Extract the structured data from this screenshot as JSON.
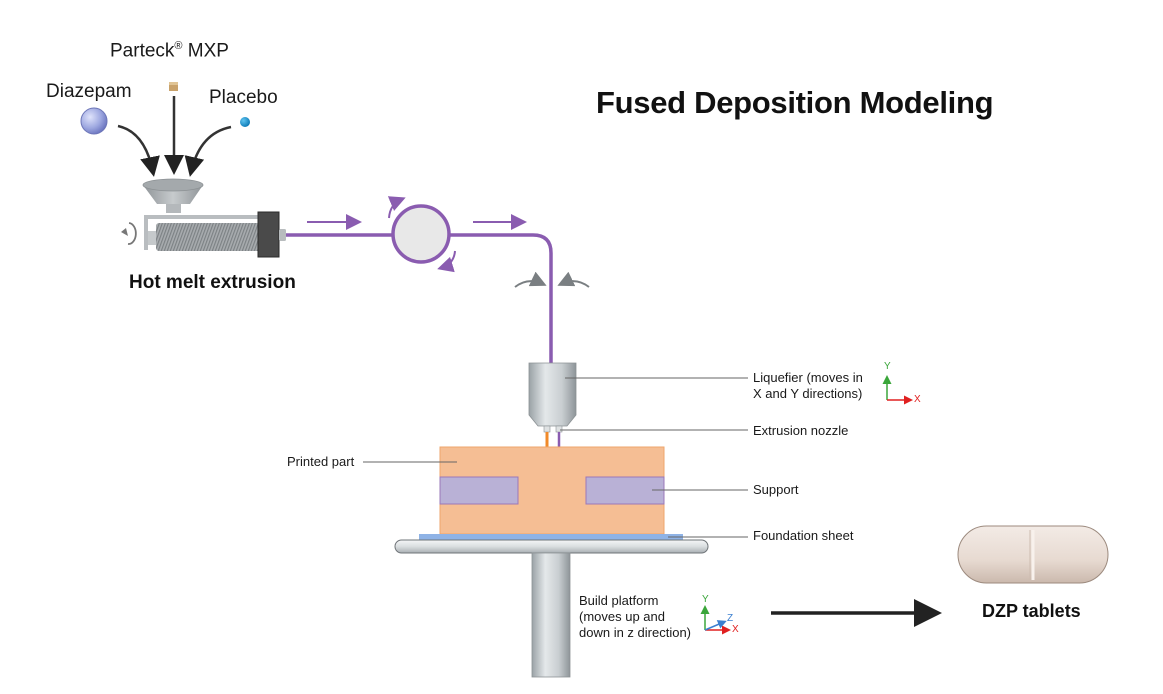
{
  "title": "Fused Deposition Modeling",
  "ingredients": {
    "excipient": {
      "name": "Parteck",
      "superscript": "®",
      "suffix": " MXP"
    },
    "drug": "Diazepam",
    "placebo": "Placebo"
  },
  "process_labels": {
    "hme": "Hot melt extrusion",
    "product": "DZP tablets"
  },
  "callouts": {
    "liquefier_line1": "Liquefier (moves in",
    "liquefier_line2": "X and Y directions)",
    "nozzle": "Extrusion nozzle",
    "printed_part": "Printed part",
    "support": "Support",
    "foundation": "Foundation sheet",
    "platform_line1": "Build platform",
    "platform_line2": "(moves up and",
    "platform_line3": "down in z direction)"
  },
  "axes": {
    "liquefier": {
      "y": "Y",
      "x": "X"
    },
    "platform": {
      "y": "Y",
      "z": "Z",
      "x": "X"
    }
  },
  "colors": {
    "filament": "#8a5cb0",
    "printed_part": "#f5be94",
    "support": "#b9b1d6",
    "foundation": "#8fb3e6",
    "axis_x": "#e02020",
    "axis_y": "#3aa63a",
    "axis_z": "#3b7fd0",
    "tablet": "#e8dcd4"
  }
}
